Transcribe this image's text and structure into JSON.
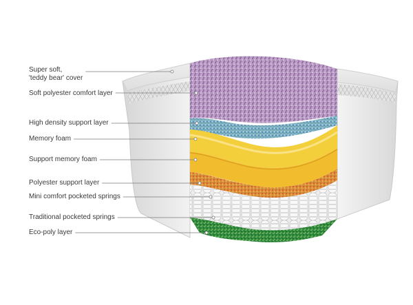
{
  "diagram": {
    "labels": [
      {
        "id": "cover",
        "lines": [
          "Super soft,",
          "'teddy bear' cover"
        ]
      },
      {
        "id": "soft-polyester",
        "lines": [
          "Soft polyester comfort layer"
        ]
      },
      {
        "id": "high-density",
        "lines": [
          "High density support layer"
        ]
      },
      {
        "id": "memory-foam",
        "lines": [
          "Memory foam"
        ]
      },
      {
        "id": "support-memory-foam",
        "lines": [
          "Support memory foam"
        ]
      },
      {
        "id": "polyester-support",
        "lines": [
          "Polyester support layer"
        ]
      },
      {
        "id": "mini-springs",
        "lines": [
          "Mini comfort pocketed springs"
        ]
      },
      {
        "id": "traditional-springs",
        "lines": [
          "Traditional pocketed springs"
        ]
      },
      {
        "id": "eco-poly",
        "lines": [
          "Eco-poly layer"
        ]
      }
    ],
    "colors": {
      "cover": "#e2e2e2",
      "quilt": "#cfcfcf",
      "soft_polyester": "#b99ac4",
      "high_density": "#7fb1c9",
      "memory_foam": "#f4cf3c",
      "support_memory_foam": "#f2c232",
      "polyester_support": "#e08a3a",
      "springs": "#f0f0f0",
      "eco_poly": "#2f8a3c",
      "leader": "#7a7a7a"
    }
  }
}
